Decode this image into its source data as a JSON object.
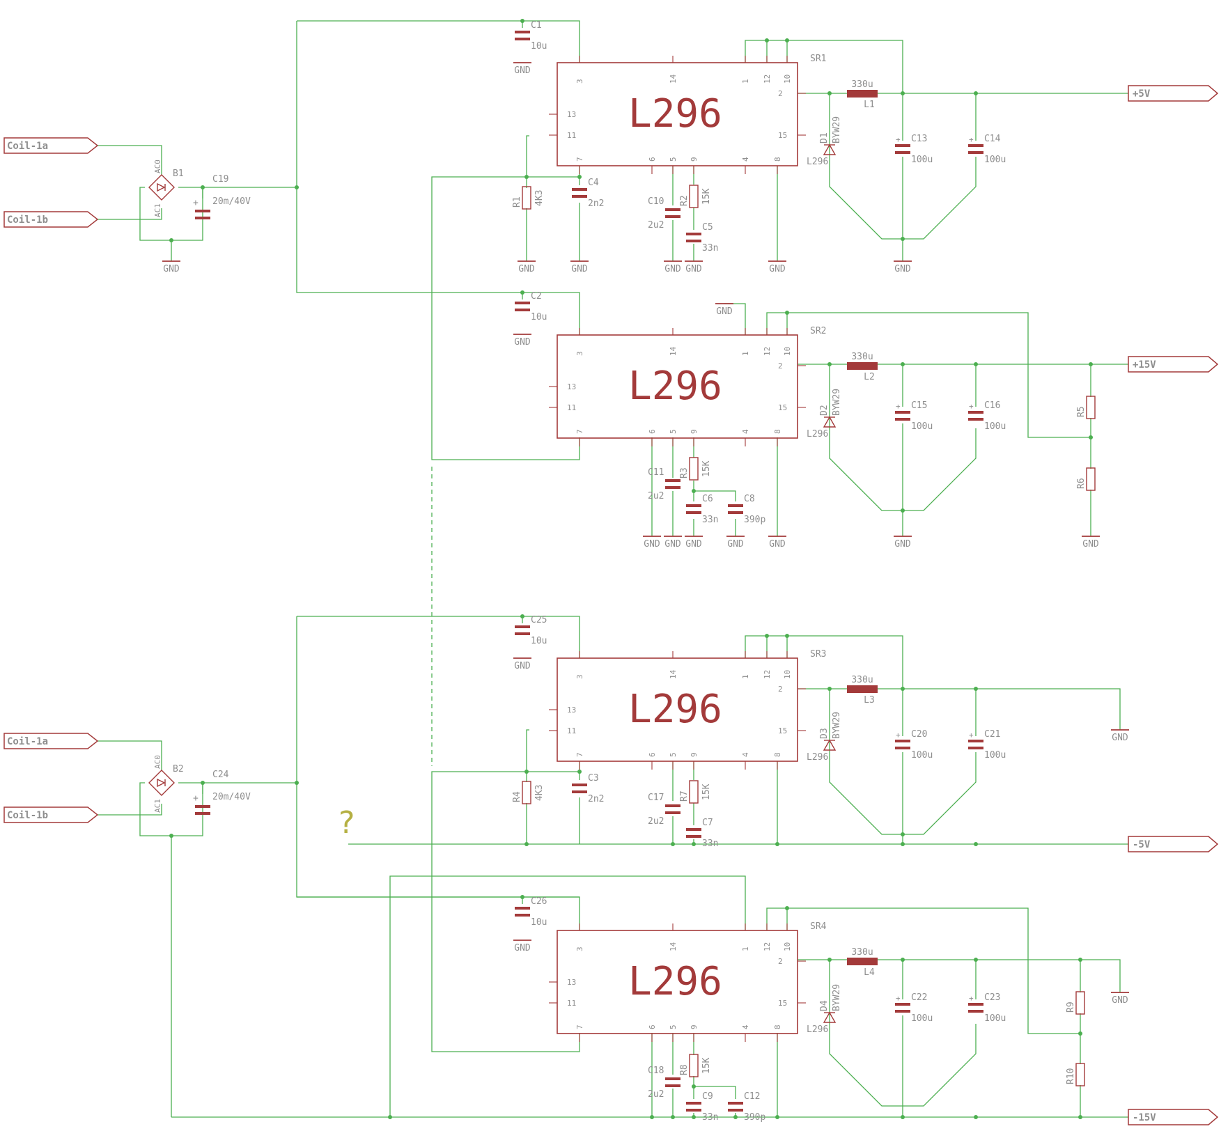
{
  "chip_label": "L296",
  "chip_pins": [
    "3",
    "14",
    "1",
    "12",
    "10",
    "2",
    "13",
    "11",
    "15",
    "7",
    "6",
    "5",
    "9",
    "4",
    "8"
  ],
  "regulators": [
    {
      "ref": "SR1",
      "inductor": "L1",
      "inductor_value": "330u",
      "diode": "D1",
      "diode_part": "BYW29",
      "diode_note": "L296",
      "c_in": "C1",
      "c_in_value": "10u",
      "c_out1": "C13",
      "c_out2": "C14",
      "c_out_value": "100u",
      "c_osc": "C4",
      "c_osc_value": "2n2",
      "r_osc": "R1",
      "r_osc_value": "4K3",
      "c_ss": "C10",
      "c_ss_value": "2u2",
      "r_comp": "R2",
      "r_comp_value": "15K",
      "c_comp": "C5",
      "c_comp_value": "33n",
      "output": "+5V"
    },
    {
      "ref": "SR2",
      "inductor": "L2",
      "inductor_value": "330u",
      "diode": "D2",
      "diode_part": "BYW29",
      "diode_note": "L296",
      "c_in": "C2",
      "c_in_value": "10u",
      "c_out1": "C15",
      "c_out2": "C16",
      "c_out_value": "100u",
      "c_ss": "C11",
      "c_ss_value": "2u2",
      "r_comp": "R3",
      "r_comp_value": "15K",
      "c_comp": "C6",
      "c_comp_value": "33n",
      "c_extra": "C8",
      "c_extra_value": "390p",
      "r_div1": "R5",
      "r_div2": "R6",
      "output": "+15V"
    },
    {
      "ref": "SR3",
      "inductor": "L3",
      "inductor_value": "330u",
      "diode": "D3",
      "diode_part": "BYW29",
      "diode_note": "L296",
      "c_in": "C25",
      "c_in_value": "10u",
      "c_out1": "C20",
      "c_out2": "C21",
      "c_out_value": "100u",
      "c_osc": "C3",
      "c_osc_value": "2n2",
      "r_osc": "R4",
      "r_osc_value": "4K3",
      "c_ss": "C17",
      "c_ss_value": "2u2",
      "r_comp": "R7",
      "r_comp_value": "15K",
      "c_comp": "C7",
      "c_comp_value": "33n",
      "output": "-5V"
    },
    {
      "ref": "SR4",
      "inductor": "L4",
      "inductor_value": "330u",
      "diode": "D4",
      "diode_part": "BYW29",
      "diode_note": "L296",
      "c_in": "C26",
      "c_in_value": "10u",
      "c_out1": "C22",
      "c_out2": "C23",
      "c_out_value": "100u",
      "c_ss": "C18",
      "c_ss_value": "2u2",
      "r_comp": "R8",
      "r_comp_value": "15K",
      "c_comp": "C9",
      "c_comp_value": "33n",
      "c_extra": "C12",
      "c_extra_value": "390p",
      "r_div1": "R9",
      "r_div2": "R10",
      "output": "-15V"
    }
  ],
  "rectifiers": [
    {
      "ref": "B1",
      "cap": "C19",
      "cap_value": "20m/40V",
      "in_a": "Coil-1a",
      "in_b": "Coil-1b",
      "pin_ac0": "AC0",
      "pin_ac1": "AC1"
    },
    {
      "ref": "B2",
      "cap": "C24",
      "cap_value": "20m/40V",
      "in_a": "Coil-1a",
      "in_b": "Coil-1b",
      "pin_ac0": "AC0",
      "pin_ac1": "AC1"
    }
  ],
  "gnd_label": "GND",
  "unknown_mark": "?",
  "colors": {
    "wire": "#4caf50",
    "part": "#a33a3a",
    "text": "#8e8e8e",
    "question": "#b5b043"
  }
}
